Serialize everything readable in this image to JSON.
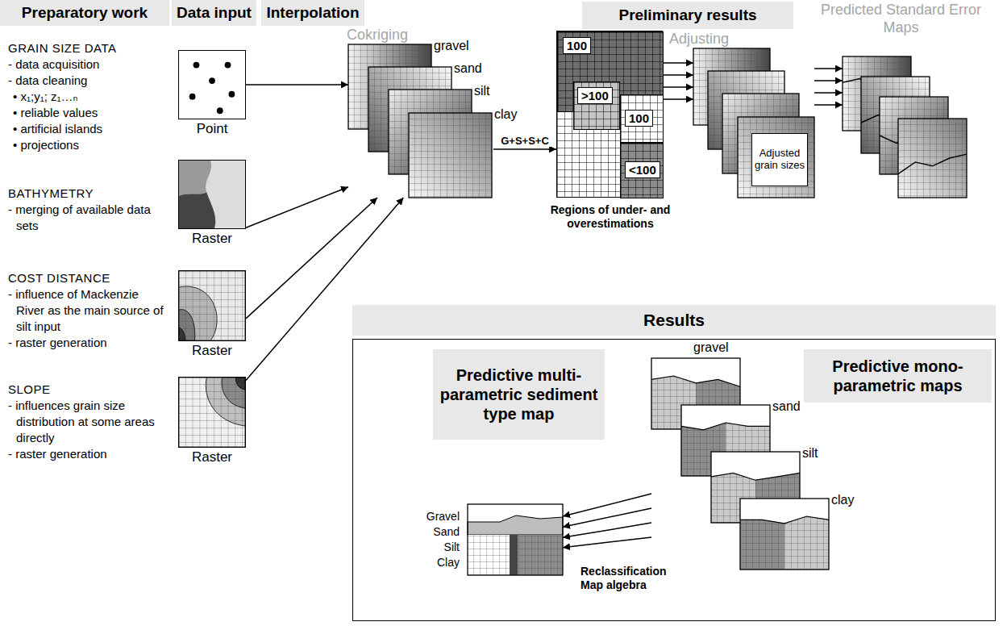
{
  "diagram": {
    "nodes": [
      {
        "text": [
          "Preparatory work"
        ]
      },
      {
        "text": [
          "Data input"
        ]
      },
      {
        "text": [
          "Interpolation"
        ]
      },
      {
        "text": [
          "Preliminary results"
        ]
      },
      {
        "text": [
          "Point"
        ]
      },
      {
        "text": [
          "Raster"
        ]
      },
      {
        "text": [
          "Raster"
        ]
      },
      {
        "text": [
          "Raster"
        ]
      },
      {
        "text": [
          "Cokriging",
          "gravel",
          "sand",
          "silt",
          "clay"
        ]
      },
      {
        "text": [
          "Regions of under- and overestimations"
        ]
      },
      {
        "text": [
          "100"
        ],
        "in": 9
      },
      {
        "text": [
          ">100"
        ],
        "in": 9
      },
      {
        "text": [
          "100"
        ],
        "in": 9
      },
      {
        "text": [
          "<100"
        ],
        "in": 9
      },
      {
        "text": [
          "Adjusting"
        ]
      },
      {
        "text": [
          "Adjusted grain sizes"
        ],
        "in": 14
      },
      {
        "text": [
          "Predicted Standard Error Maps"
        ]
      },
      {
        "text": [
          "Results"
        ]
      },
      {
        "text": [
          "Predictive multi-parametric sediment type map"
        ],
        "in": 17
      },
      {
        "text": [
          "Predictive mono-parametric maps"
        ],
        "in": 17
      },
      {
        "text": [
          "Gravel Sand Silt Clay"
        ],
        "in": 17
      },
      {
        "text": [
          "gravel",
          "sand",
          "silt",
          "clay"
        ],
        "in": 17
      }
    ],
    "edges": [
      {
        "from": 4,
        "to": 8,
        "arrow": "to"
      },
      {
        "from": 5,
        "to": 8,
        "arrow": "to"
      },
      {
        "from": 6,
        "to": 8,
        "arrow": "to"
      },
      {
        "from": 7,
        "to": 8,
        "arrow": "to"
      },
      {
        "from": 8,
        "to": 9,
        "label": "G+S+S+C",
        "arrow": "to"
      },
      {
        "from": 9,
        "to": 14,
        "arrow": "to"
      },
      {
        "from": 9,
        "to": 14,
        "arrow": "to"
      },
      {
        "from": 9,
        "to": 14,
        "arrow": "to"
      },
      {
        "from": 9,
        "to": 14,
        "arrow": "to"
      },
      {
        "from": 14,
        "to": 16,
        "arrow": "to"
      },
      {
        "from": 14,
        "to": 16,
        "arrow": "to"
      },
      {
        "from": 14,
        "to": 16,
        "arrow": "to"
      },
      {
        "from": 14,
        "to": 16,
        "arrow": "to"
      },
      {
        "from": 21,
        "to": 20,
        "arrow": "to"
      },
      {
        "from": 21,
        "to": 20,
        "arrow": "to"
      },
      {
        "from": 21,
        "to": 20,
        "arrow": "to"
      },
      {
        "from": 21,
        "to": 20,
        "arrow": "to"
      }
    ],
    "labels": [
      "GRAIN SIZE DATA",
      "- data acquisition",
      "- data cleaning",
      "• x₁;y₁; z₁…ₙ",
      "• reliable values",
      "• artificial islands",
      "• projections",
      "BATHYMETRY",
      "- merging of available data sets",
      "COST DISTANCE",
      "- influence of Mackenzie River as the main source of silt input",
      "- raster generation",
      "SLOPE",
      "- influences grain size distribution at some areas directly",
      "- raster generation",
      "Reclassification Map algebra"
    ]
  }
}
